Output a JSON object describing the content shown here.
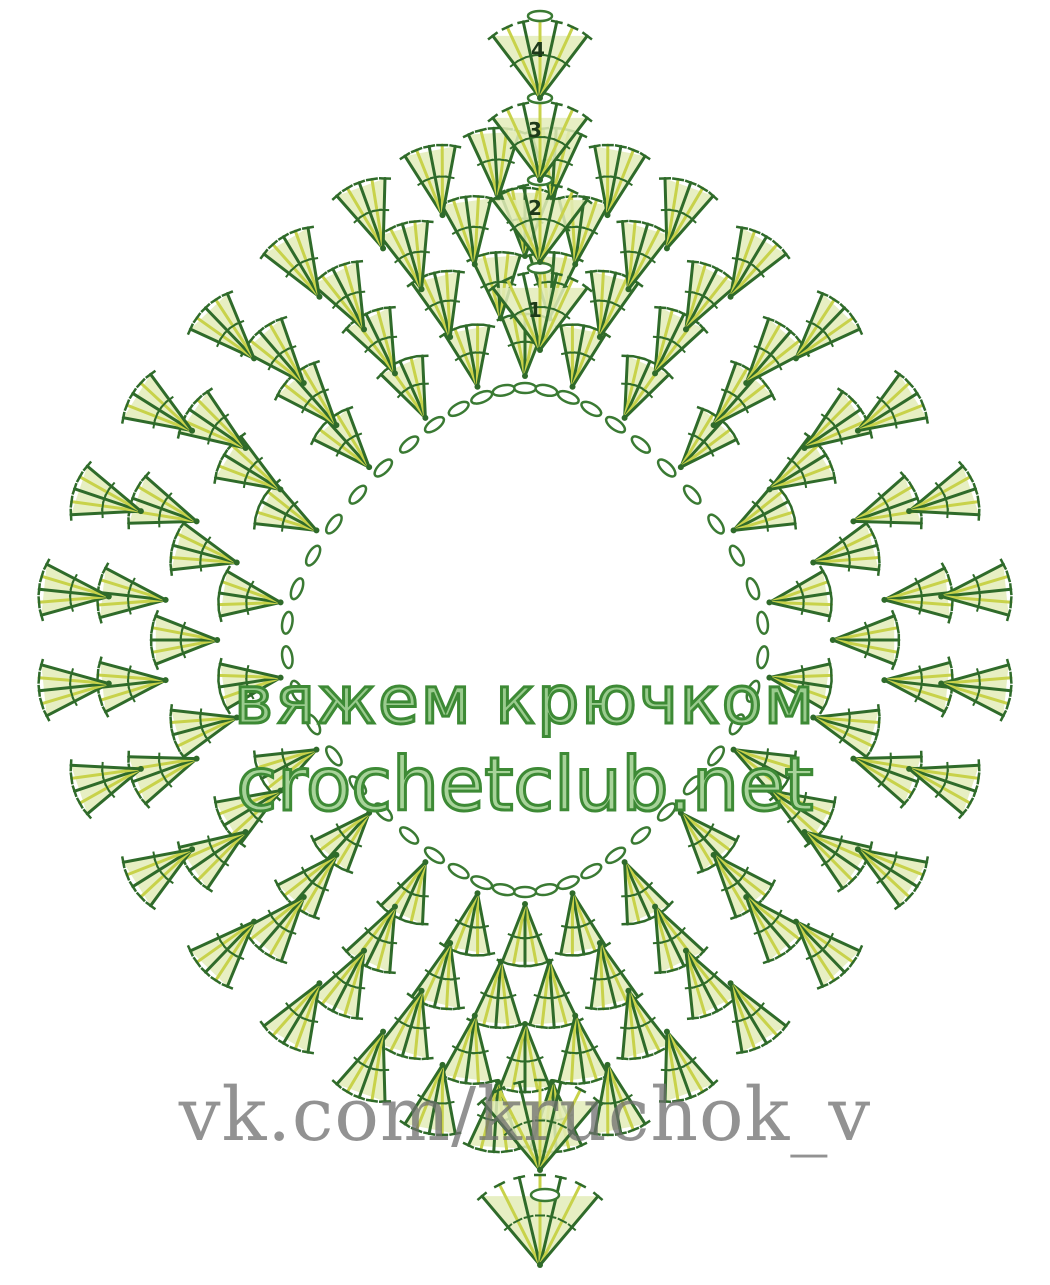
{
  "diagram": {
    "row_labels": [
      "1",
      "2",
      "3",
      "4"
    ],
    "watermarks": {
      "line1": "вяжем крючком",
      "line2": "crochetclub.net",
      "line3": "vk.com/kruchok_v"
    },
    "colors": {
      "stitch_dark": "#2f6b2a",
      "stitch_yellow": "#c8d24a",
      "stitch_fill": "#e3ecb8",
      "chain": "#3a7a33",
      "background": "#ffffff"
    }
  }
}
